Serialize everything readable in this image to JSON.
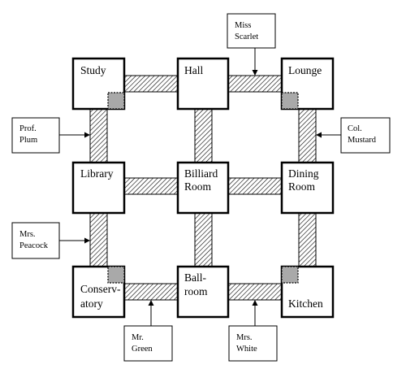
{
  "rooms": {
    "study": [
      "Study"
    ],
    "hall": [
      "Hall"
    ],
    "lounge": [
      "Lounge"
    ],
    "library": [
      "Library"
    ],
    "billiard_room": [
      "Billiard",
      "Room"
    ],
    "dining_room": [
      "Dining",
      "Room"
    ],
    "conservatory": [
      "Conserv-",
      "atory"
    ],
    "ballroom": [
      "Ball-",
      "room"
    ],
    "kitchen": [
      "Kitchen"
    ]
  },
  "starting_positions": {
    "miss_scarlet": [
      "Miss",
      "Scarlet"
    ],
    "prof_plum": [
      "Prof.",
      "Plum"
    ],
    "col_mustard": [
      "Col.",
      "Mustard"
    ],
    "mrs_peacock": [
      "Mrs.",
      "Peacock"
    ],
    "mr_green": [
      "Mr.",
      "Green"
    ],
    "mrs_white": [
      "Mrs.",
      "White"
    ]
  },
  "colors": {
    "room_border": "#000000",
    "secret_passage": "#a9a9a9",
    "hallway_hatch": "#000000"
  }
}
